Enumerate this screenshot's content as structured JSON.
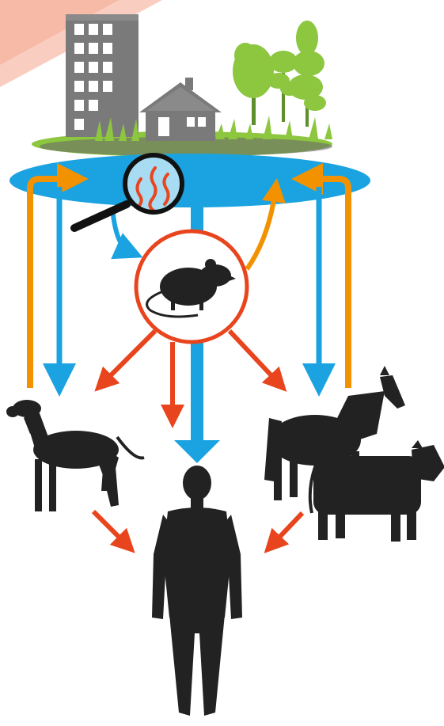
{
  "diagram": {
    "colors": {
      "water": "#1aa3e0",
      "water_light": "#a8dcf2",
      "rodent_arrow": "#e8451e",
      "orange_arrow": "#f39200",
      "silhouette": "#222222",
      "building": "#777777",
      "grass": "#8dc63f",
      "corner_band": "#f4a58e"
    },
    "nodes": [
      {
        "id": "environment",
        "icon": "town-and-nature-icon"
      },
      {
        "id": "water-surface",
        "icon": "water-pool-icon"
      },
      {
        "id": "pathogen-magnifier",
        "icon": "magnifier-bacteria-icon"
      },
      {
        "id": "rodent",
        "icon": "rat-icon"
      },
      {
        "id": "dog",
        "icon": "dog-icon"
      },
      {
        "id": "horse",
        "icon": "horse-icon"
      },
      {
        "id": "cattle",
        "icon": "cow-icon"
      },
      {
        "id": "human",
        "icon": "human-icon"
      }
    ],
    "edges": [
      {
        "from": "water-surface",
        "to": "rodent",
        "color": "water"
      },
      {
        "from": "rodent",
        "to": "water-surface",
        "color": "orange"
      },
      {
        "from": "water-surface",
        "to": "dog",
        "color": "water"
      },
      {
        "from": "water-surface",
        "to": "livestock",
        "color": "water"
      },
      {
        "from": "water-surface",
        "to": "human",
        "color": "water"
      },
      {
        "from": "dog",
        "to": "water-surface",
        "color": "orange"
      },
      {
        "from": "livestock",
        "to": "water-surface",
        "color": "orange"
      },
      {
        "from": "rodent",
        "to": "dog",
        "color": "red"
      },
      {
        "from": "rodent",
        "to": "human",
        "color": "red"
      },
      {
        "from": "rodent",
        "to": "livestock",
        "color": "red"
      },
      {
        "from": "dog",
        "to": "human",
        "color": "red"
      },
      {
        "from": "livestock",
        "to": "human",
        "color": "red"
      }
    ]
  }
}
